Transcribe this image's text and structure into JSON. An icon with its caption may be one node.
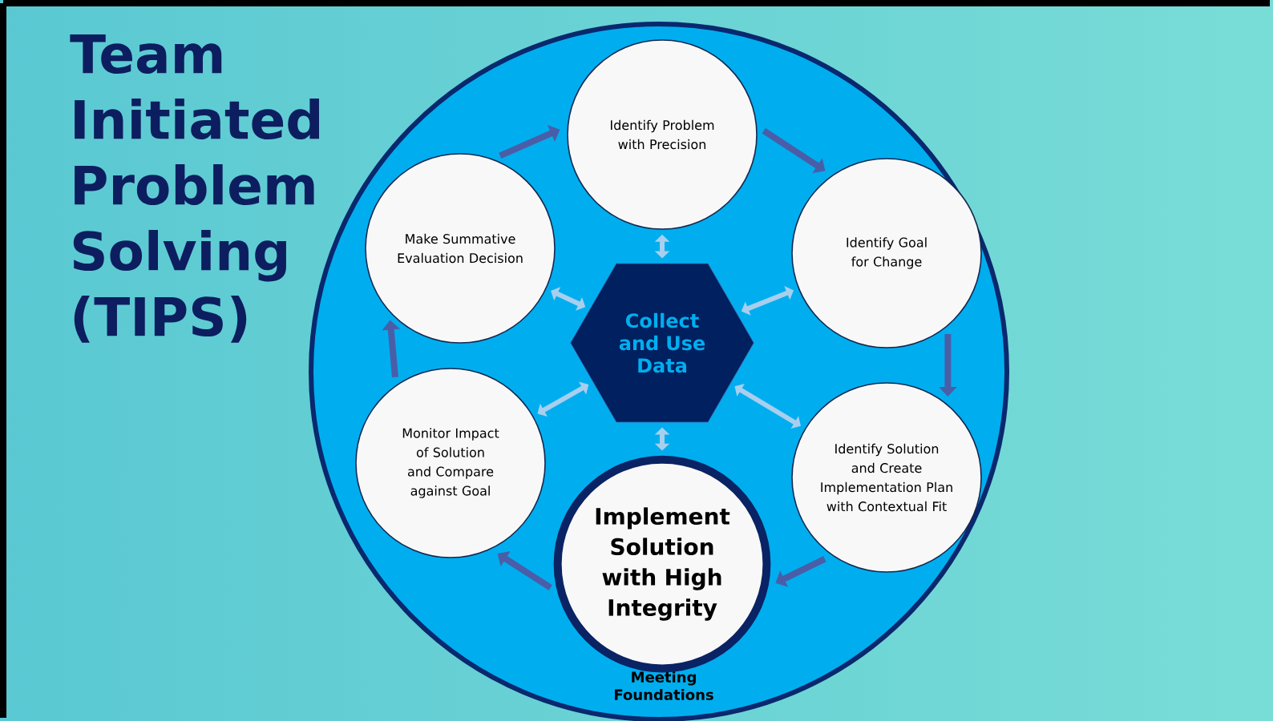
{
  "diagram": {
    "title": "Team Initiated Problem Solving (TIPS)",
    "nodes": [
      {
        "text": [
          "Meeting Foundations"
        ]
      },
      {
        "text": [
          "Identify Problem with Precision"
        ],
        "in": 0
      },
      {
        "text": [
          "Identify Goal for Change"
        ],
        "in": 0
      },
      {
        "text": [
          "Identify Solution and Create Implementation Plan with Contextual Fit"
        ],
        "in": 0
      },
      {
        "text": [
          "Implement Solution with High Integrity"
        ],
        "in": 0
      },
      {
        "text": [
          "Monitor Impact of Solution and Compare against Goal"
        ],
        "in": 0
      },
      {
        "text": [
          "Make Summative Evaluation Decision"
        ],
        "in": 0
      },
      {
        "text": [
          "Collect and Use Data"
        ],
        "in": 0
      }
    ],
    "edges": [
      {
        "from": 1,
        "to": 2,
        "arrow": "to"
      },
      {
        "from": 2,
        "to": 3,
        "arrow": "to"
      },
      {
        "from": 3,
        "to": 4,
        "arrow": "to"
      },
      {
        "from": 4,
        "to": 5,
        "arrow": "to"
      },
      {
        "from": 5,
        "to": 6,
        "arrow": "to"
      },
      {
        "from": 6,
        "to": 1,
        "arrow": "to"
      },
      {
        "from": 7,
        "to": 1,
        "arrow": "both",
        "color": "#a8cfee"
      },
      {
        "from": 7,
        "to": 2,
        "arrow": "both",
        "color": "#a8cfee"
      },
      {
        "from": 7,
        "to": 3,
        "arrow": "both",
        "color": "#a8cfee"
      },
      {
        "from": 7,
        "to": 4,
        "arrow": "both",
        "color": "#a8cfee"
      },
      {
        "from": 7,
        "to": 5,
        "arrow": "both",
        "color": "#a8cfee"
      },
      {
        "from": 7,
        "to": 6,
        "arrow": "both",
        "color": "#a8cfee"
      }
    ]
  }
}
